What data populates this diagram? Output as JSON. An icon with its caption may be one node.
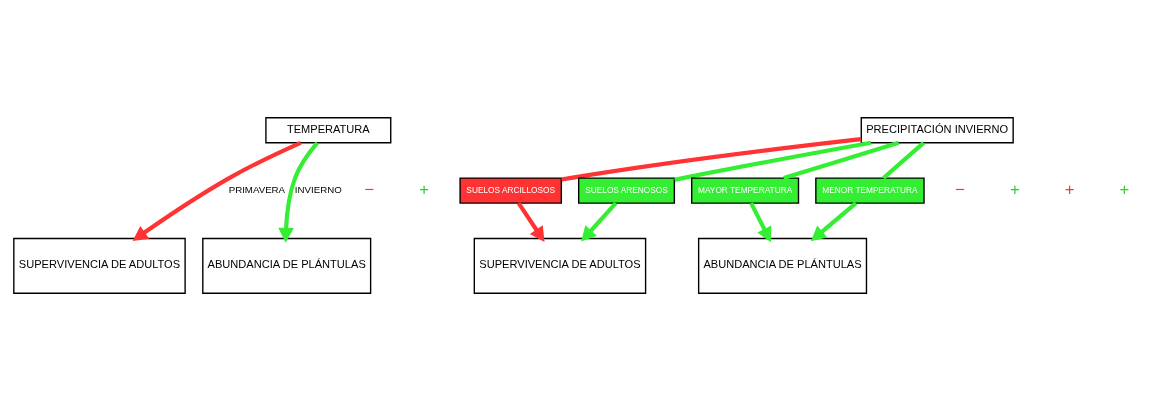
{
  "diagram": {
    "nodes": [
      {
        "text": [
          "TEMPERATURA"
        ]
      },
      {
        "text": [
          "PRECIPITACIÓN INVIERNO"
        ]
      },
      {
        "text": [
          "SUELOS ARCILLOSOS"
        ]
      },
      {
        "text": [
          "SUELOS ARENOSOS"
        ]
      },
      {
        "text": [
          "MAYOR TEMPERATURA"
        ]
      },
      {
        "text": [
          "MENOR TEMPERATURA"
        ]
      },
      {
        "text": [
          "SUPERVIVENCIA DE ADULTOS"
        ]
      },
      {
        "text": [
          "ABUNDANCIA DE PLÁNTULAS"
        ]
      },
      {
        "text": [
          "SUPERVIVENCIA DE ADULTOS"
        ]
      },
      {
        "text": [
          "ABUNDANCIA DE PLÁNTULAS"
        ]
      }
    ],
    "edges": [
      {
        "from": 0,
        "to": 6,
        "arrow": "to",
        "label": "PRIMAVERA",
        "color": "#ff3333"
      },
      {
        "from": 0,
        "to": 7,
        "arrow": "to",
        "label": "INVIERNO"
      },
      {
        "from": 1,
        "to": 2,
        "arrow": "none",
        "color": "#ff3333"
      },
      {
        "from": 1,
        "to": 3,
        "arrow": "none"
      },
      {
        "from": 1,
        "to": 4,
        "arrow": "none"
      },
      {
        "from": 1,
        "to": 5,
        "arrow": "none"
      },
      {
        "from": 2,
        "to": 8,
        "arrow": "to",
        "color": "#ff3333"
      },
      {
        "from": 3,
        "to": 8,
        "arrow": "to"
      },
      {
        "from": 4,
        "to": 9,
        "arrow": "to"
      },
      {
        "from": 5,
        "to": 9,
        "arrow": "to"
      }
    ],
    "labels": [
      "−",
      "+",
      "−",
      "+",
      "+",
      "+"
    ]
  }
}
